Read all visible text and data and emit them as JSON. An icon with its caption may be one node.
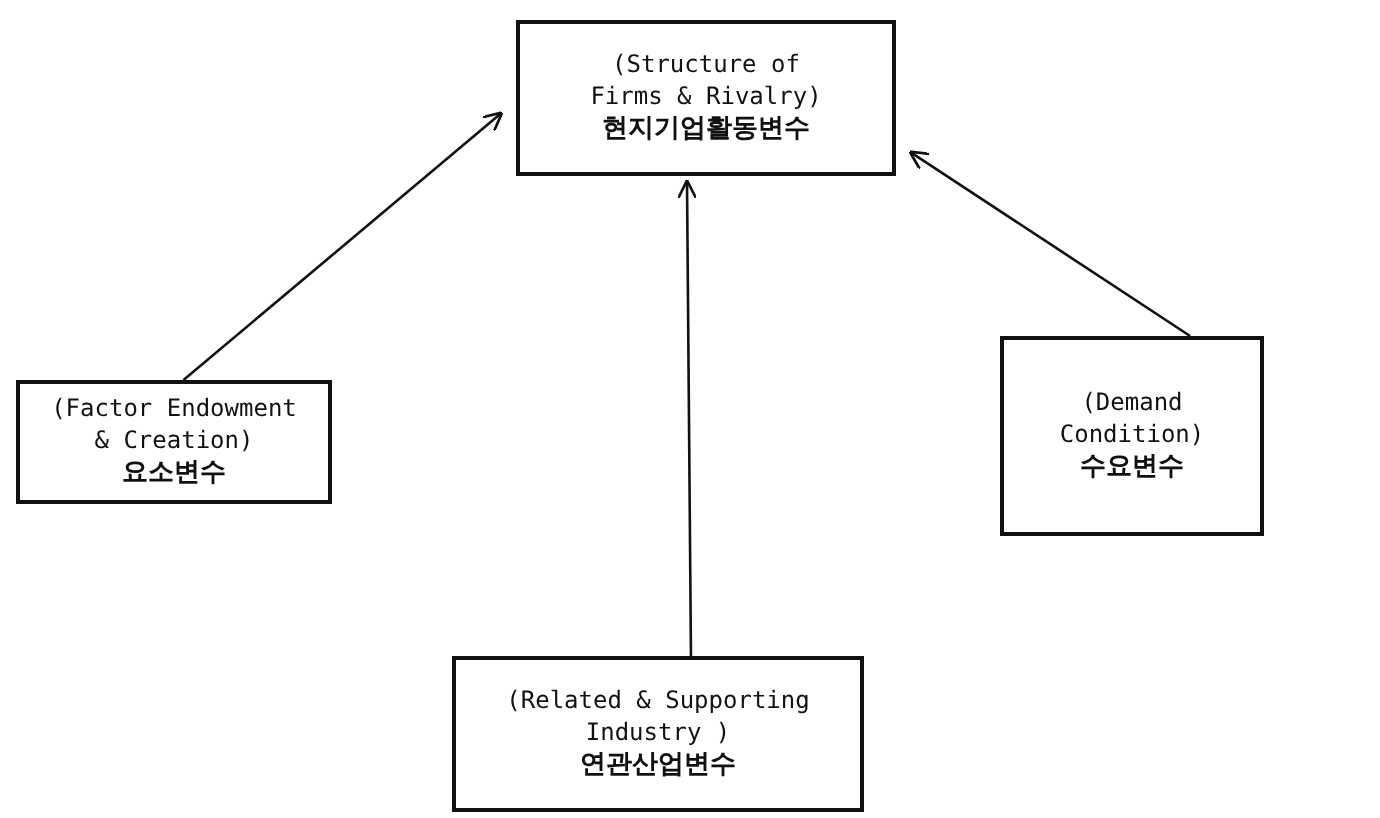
{
  "diagram": {
    "nodes": [
      {
        "text": [
          "(Structure of Firms & Rivalry)",
          "현지기업활동변수"
        ]
      },
      {
        "text": [
          "(Factor Endowment & Creation)",
          "요소변수"
        ]
      },
      {
        "text": [
          "(Demand Condition)",
          "수요변수"
        ]
      },
      {
        "text": [
          "(Related & Supporting Industry )",
          "연관산업변수"
        ]
      }
    ],
    "edges": [
      {
        "from": 1,
        "to": 0,
        "arrow": "to"
      },
      {
        "from": 2,
        "to": 0,
        "arrow": "to"
      },
      {
        "from": 3,
        "to": 0,
        "arrow": "to"
      }
    ]
  }
}
